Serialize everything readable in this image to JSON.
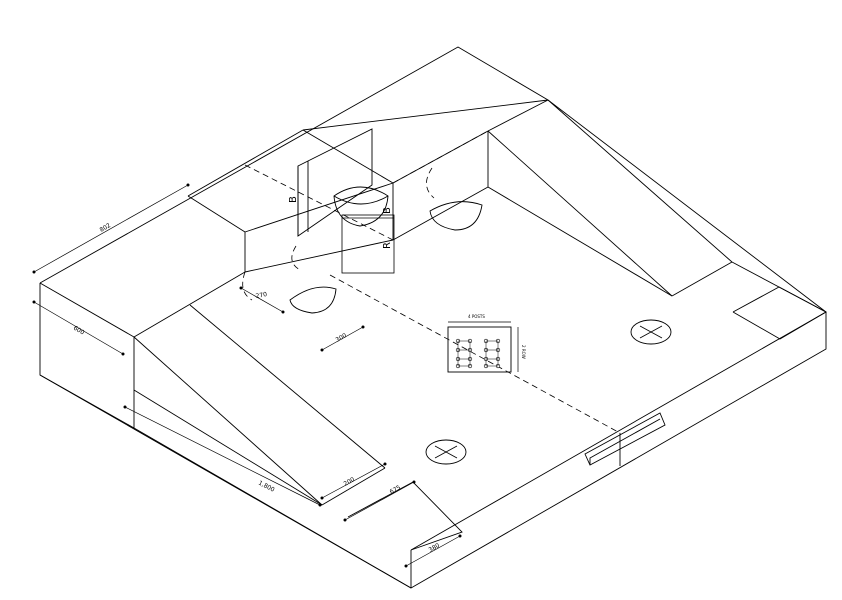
{
  "dimensions": {
    "top_left_width": "802",
    "left_depth": "600",
    "ramp_length": "1,800",
    "ramp_end": "200",
    "ramp_gap": "675",
    "corner_step": "380",
    "hollow_width": "270",
    "hollow_depth": "300",
    "grid_width": "4 POSTS",
    "grid_height": "2 ROW"
  },
  "labels": {
    "board_left": "B",
    "board_right": "B",
    "board_box": "R"
  },
  "colors": {
    "line": "#000000",
    "background": "#ffffff"
  }
}
